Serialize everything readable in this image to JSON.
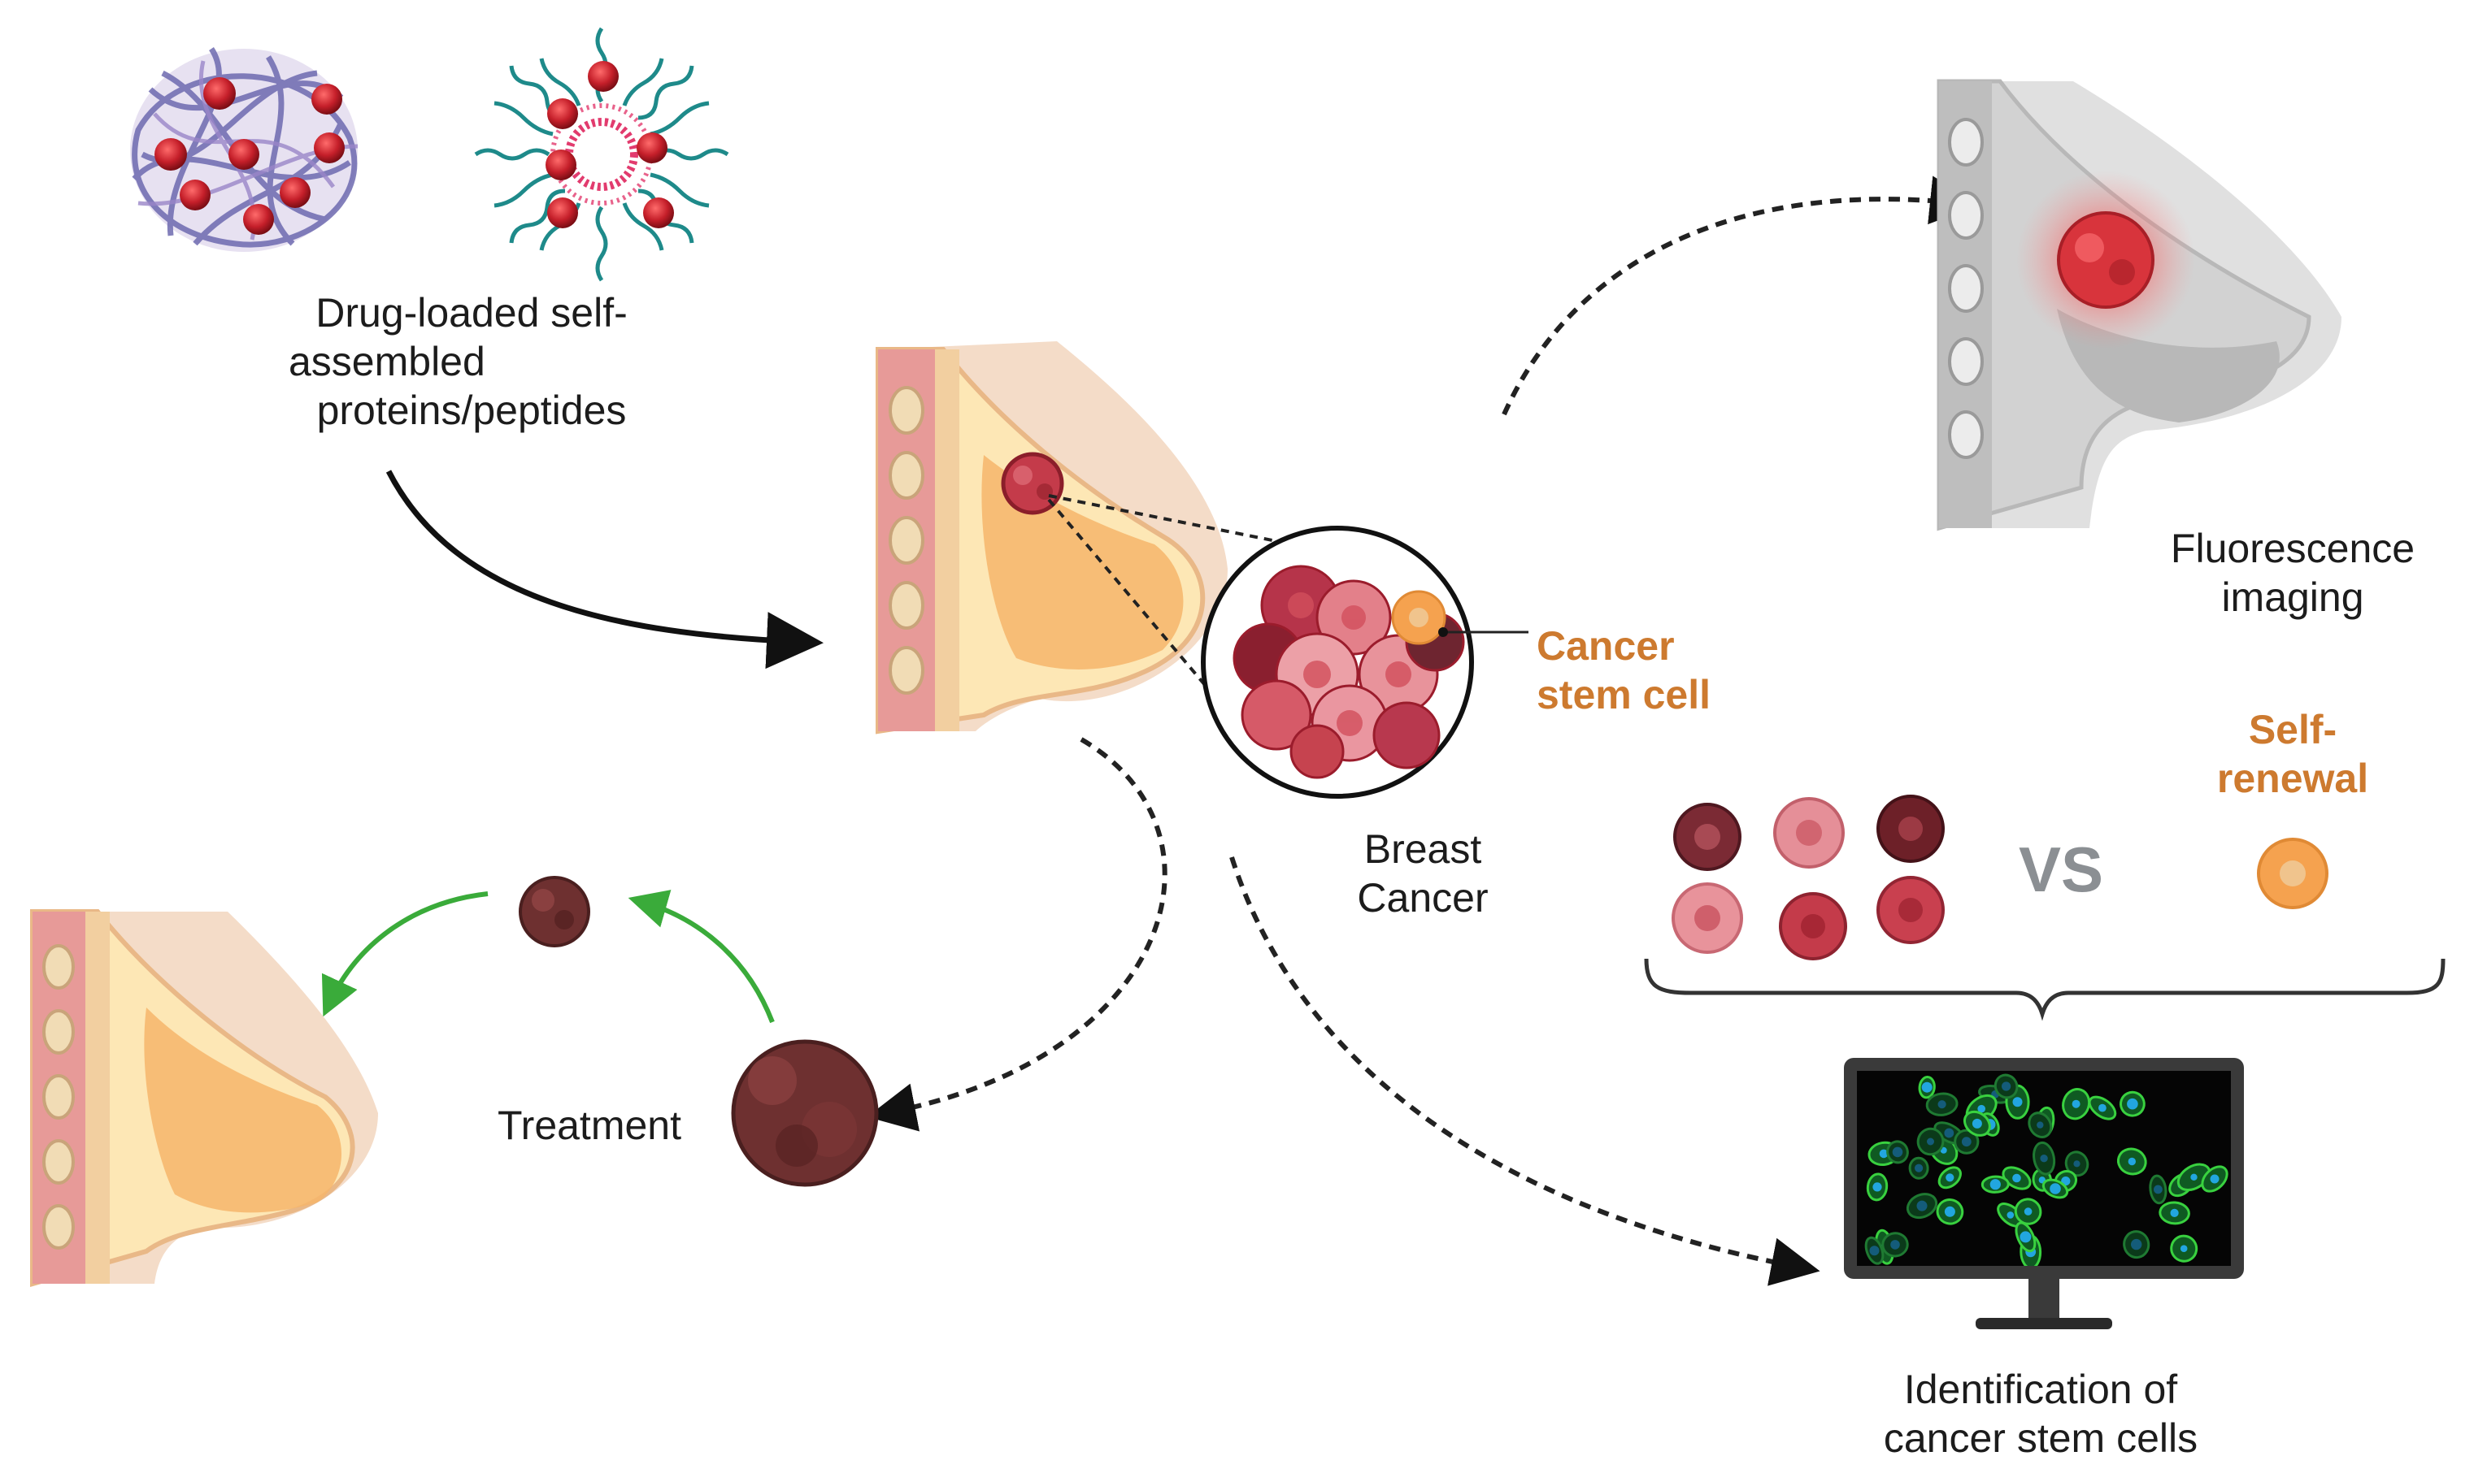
{
  "labels": {
    "nanocarrier": [
      "Drug-loaded self-",
      "assembled",
      "proteins/peptides"
    ],
    "breast_cancer": [
      "Breast",
      "Cancer"
    ],
    "cancer_stem_cell": [
      "Cancer",
      "stem cell"
    ],
    "fluorescence": [
      "Fluorescence",
      "imaging"
    ],
    "self_renewal": [
      "Self-",
      "renewal"
    ],
    "vs": "VS",
    "treatment": "Treatment",
    "identification": [
      "Identification of",
      "cancer stem cells"
    ]
  },
  "colors": {
    "tumor_red": "#c43b4a",
    "stem_cell_orange": "#f5a24f",
    "label_orange": "#cd7a2f",
    "treated_tumor_brown": "#6e3030",
    "arrow_green": "#3aab3a",
    "monitor_cell_green": "#39d13f",
    "monitor_nucleus_blue": "#22a6df"
  }
}
